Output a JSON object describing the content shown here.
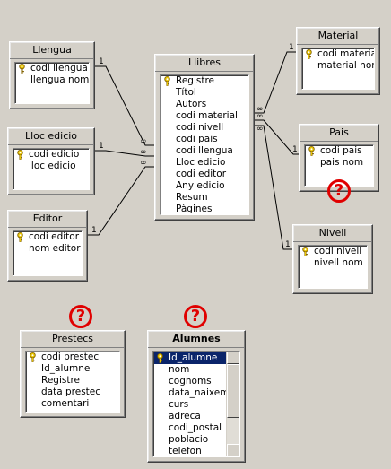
{
  "tables": {
    "llengua": {
      "title": "Llengua",
      "fields": [
        "codi llengua",
        "llengua nom"
      ],
      "keys": [
        0
      ]
    },
    "llocedicio": {
      "title": "Lloc edicio",
      "fields": [
        "codi edicio",
        "lloc edicio"
      ],
      "keys": [
        0
      ]
    },
    "editor": {
      "title": "Editor",
      "fields": [
        "codi editor",
        "nom editor"
      ],
      "keys": [
        0
      ]
    },
    "llibres": {
      "title": "Llibres",
      "fields": [
        "Registre",
        "Títol",
        "Autors",
        "codi material",
        "codi nivell",
        "codi pais",
        "codi llengua",
        "Lloc edicio",
        "codi editor",
        "Any edicio",
        "Resum",
        "Pàgines"
      ],
      "keys": [
        0
      ]
    },
    "material": {
      "title": "Material",
      "fields": [
        "codi material",
        "material nom"
      ],
      "keys": [
        0
      ]
    },
    "pais": {
      "title": "Pais",
      "fields": [
        "codi pais",
        "pais nom"
      ],
      "keys": [
        0
      ]
    },
    "nivell": {
      "title": "Nivell",
      "fields": [
        "codi nivell",
        "nivell nom"
      ],
      "keys": [
        0
      ]
    },
    "prestecs": {
      "title": "Prestecs",
      "fields": [
        "codi prestec",
        "Id_alumne",
        "Registre",
        "data prestec",
        "comentari"
      ],
      "keys": [
        0
      ]
    },
    "alumnes": {
      "title": "Alumnes",
      "fields": [
        "Id_alumne",
        "nom",
        "cognoms",
        "data_naixement",
        "curs",
        "adreca",
        "codi_postal",
        "poblacio",
        "telefon"
      ],
      "keys": [
        0
      ]
    }
  },
  "relations": {
    "one_label": "1",
    "many_label": "∞"
  },
  "marks": {
    "question": "?"
  },
  "colors": {
    "background": "#d4d0c8",
    "key": "#d4b000",
    "question": "#e00000",
    "selection": "#0a246a"
  }
}
